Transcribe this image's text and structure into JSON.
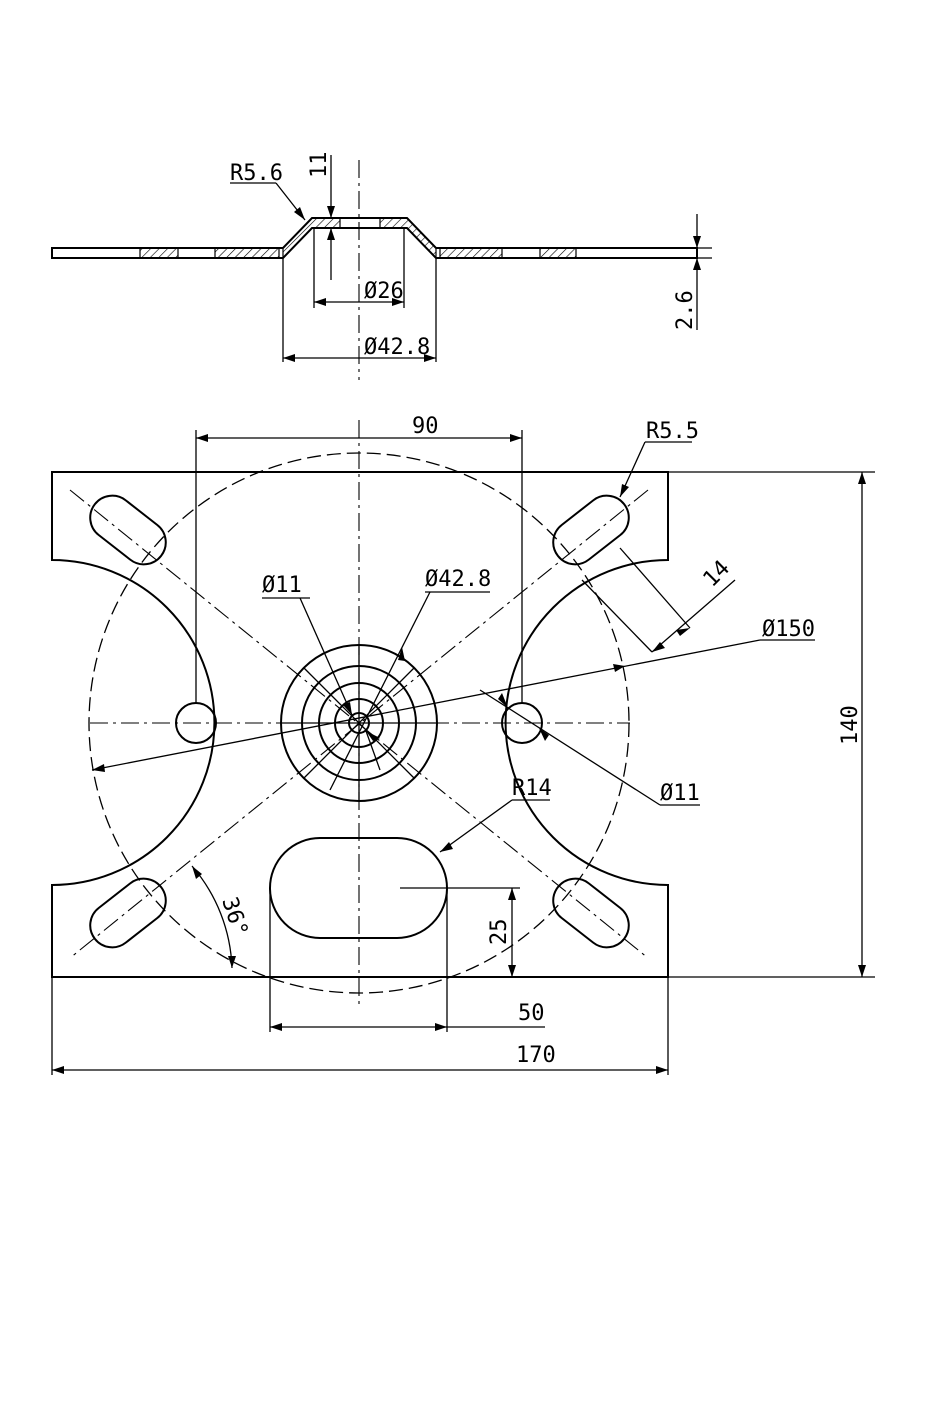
{
  "labels": {
    "r56": "R5.6",
    "t11_top": "11",
    "d26": "Ø26",
    "d428_top": "Ø42.8",
    "t26": "2.6",
    "w90": "90",
    "r55": "R5.5",
    "w14": "14",
    "d150": "Ø150",
    "d11_left": "Ø11",
    "d428_mid": "Ø42.8",
    "h140": "140",
    "d11_right": "Ø11",
    "r14": "R14",
    "a36": "36°",
    "h25": "25",
    "w50": "50",
    "w170": "170"
  },
  "colors": {
    "line": "#000000",
    "background": "#ffffff"
  }
}
